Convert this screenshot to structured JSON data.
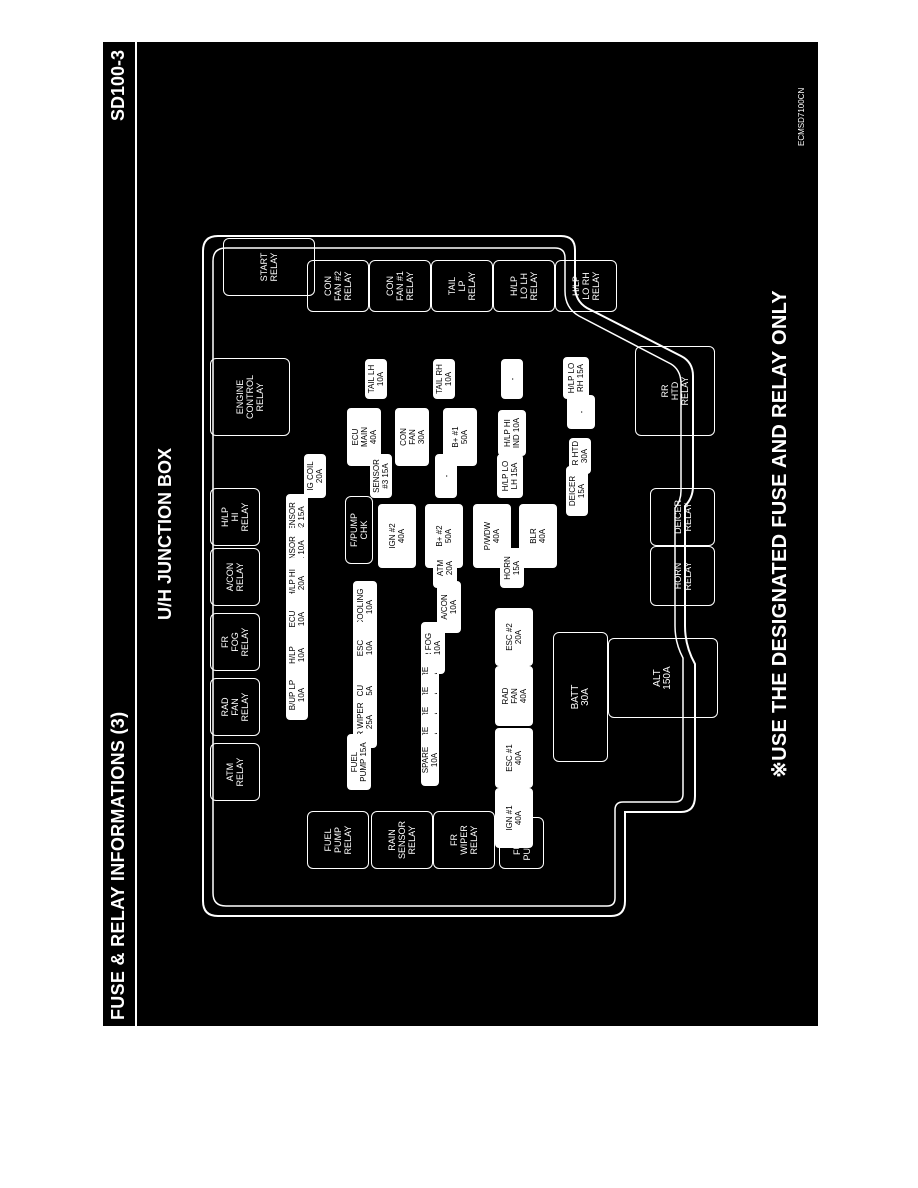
{
  "header": {
    "title": "FUSE & RELAY INFORMATIONS (3)",
    "code": "SD100-3"
  },
  "subtitle": "U/H JUNCTION BOX",
  "note": "※USE THE DESIGNATED FUSE AND RELAY ONLY",
  "image_code": "ECMSD7100CN",
  "relays": [
    {
      "id": "start",
      "label": "START\nRELAY"
    },
    {
      "id": "con-fan2",
      "label": "CON\nFAN #2\nRELAY"
    },
    {
      "id": "con-fan1",
      "label": "CON\nFAN #1\nRELAY"
    },
    {
      "id": "tail-lp",
      "label": "TAIL\nLP\nRELAY"
    },
    {
      "id": "hlp-lo-lh",
      "label": "H/LP\nLO LH\nRELAY"
    },
    {
      "id": "hlp-lo-rh",
      "label": "H/LP\nLO RH\nRELAY"
    },
    {
      "id": "engine-control",
      "label": "ENGINE\nCONTROL\nRELAY"
    },
    {
      "id": "rr-htd",
      "label": "RR\nHTD\nRELAY"
    },
    {
      "id": "hlp-hi",
      "label": "H/LP\nHI\nRELAY"
    },
    {
      "id": "deicer",
      "label": "DEICER\nRELAY"
    },
    {
      "id": "acon",
      "label": "A/CON\nRELAY"
    },
    {
      "id": "horn",
      "label": "HORN\nRELAY"
    },
    {
      "id": "fr-fog",
      "label": "FR\nFOG\nRELAY"
    },
    {
      "id": "rad-fan",
      "label": "RAD\nFAN\nRELAY"
    },
    {
      "id": "atm",
      "label": "ATM\nRELAY"
    },
    {
      "id": "fuel-pump",
      "label": "FUEL\nPUMP\nRELAY"
    },
    {
      "id": "rain-sensor",
      "label": "RAIN\nSENSOR\nRELAY"
    },
    {
      "id": "fr-wiper",
      "label": "FR\nWIPER\nRELAY"
    },
    {
      "id": "fuse-puller",
      "label": "FUSE\nPULLER"
    },
    {
      "id": "fpump-chk",
      "label": "F/PUMP\nCHK"
    }
  ],
  "fuses": [
    {
      "id": "tail-lh",
      "label": "TAIL LH\n10A"
    },
    {
      "id": "tail-rh",
      "label": "TAIL RH\n10A"
    },
    {
      "id": "blank1",
      "label": "-"
    },
    {
      "id": "hlp-lo-rh-15a",
      "label": "H/LP LO\nRH 15A"
    },
    {
      "id": "ecu-main",
      "label": "ECU\nMAIN\n40A"
    },
    {
      "id": "con-fan",
      "label": "CON\nFAN\n30A"
    },
    {
      "id": "bplus1",
      "label": "B+ #1\n50A"
    },
    {
      "id": "hlp-hi-ind",
      "label": "H/LP HI\nIND 10A"
    },
    {
      "id": "blank2",
      "label": "-"
    },
    {
      "id": "rr-htd-30a",
      "label": "RR HTD\n30A"
    },
    {
      "id": "ig-coil",
      "label": "IG COIL\n20A"
    },
    {
      "id": "sensor3",
      "label": "SENSOR\n#3 15A"
    },
    {
      "id": "blank3",
      "label": "-"
    },
    {
      "id": "hlp-lo-lh-15a",
      "label": "H/LP LO\nLH 15A"
    },
    {
      "id": "deicer-15a",
      "label": "DEICER\n15A"
    },
    {
      "id": "sensor2",
      "label": "SENSOR\n#2 15A"
    },
    {
      "id": "ign2",
      "label": "IGN #2\n40A"
    },
    {
      "id": "bplus2",
      "label": "B+ #2\n50A"
    },
    {
      "id": "pwdw",
      "label": "P/WDW\n40A"
    },
    {
      "id": "blr",
      "label": "BLR\n40A"
    },
    {
      "id": "sensor1",
      "label": "SENSOR\n#1 10A"
    },
    {
      "id": "atm-20a",
      "label": "ATM\n20A"
    },
    {
      "id": "horn-15a",
      "label": "HORN\n15A"
    },
    {
      "id": "hlp-hi-20a",
      "label": "H/LP HI\n20A"
    },
    {
      "id": "cooling",
      "label": "COOLING\n10A"
    },
    {
      "id": "acon-10a",
      "label": "A/CON\n10A"
    },
    {
      "id": "esc2",
      "label": "ESC #2\n20A"
    },
    {
      "id": "ecu-10a",
      "label": "ECU\n10A"
    },
    {
      "id": "esc-10a",
      "label": "ESC\n10A"
    },
    {
      "id": "fr-fog-10a",
      "label": "FR FOG\n10A"
    },
    {
      "id": "rad-fan-40a",
      "label": "RAD\nFAN\n40A"
    },
    {
      "id": "hlp-10a",
      "label": "H/LP\n10A"
    },
    {
      "id": "tcu",
      "label": "TCU\n15A"
    },
    {
      "id": "spare30",
      "label": "SPARE\n30A"
    },
    {
      "id": "spare25",
      "label": "SPARE\n25A"
    },
    {
      "id": "esc1",
      "label": "ESC #1\n40A"
    },
    {
      "id": "bup-lp",
      "label": "B/UP LP\n10A"
    },
    {
      "id": "fr-wiper-25a",
      "label": "FR WIPER\n25A"
    },
    {
      "id": "spare20",
      "label": "SPARE\n20A"
    },
    {
      "id": "spare15",
      "label": "SPARE\n15A"
    },
    {
      "id": "spare10",
      "label": "SPARE\n10A"
    },
    {
      "id": "ign1",
      "label": "IGN #1\n40A"
    },
    {
      "id": "fuel-pump-15a",
      "label": "FUEL\nPUMP 15A"
    },
    {
      "id": "batt",
      "label": "BATT\n30A"
    },
    {
      "id": "alt",
      "label": "ALT\n150A"
    }
  ]
}
